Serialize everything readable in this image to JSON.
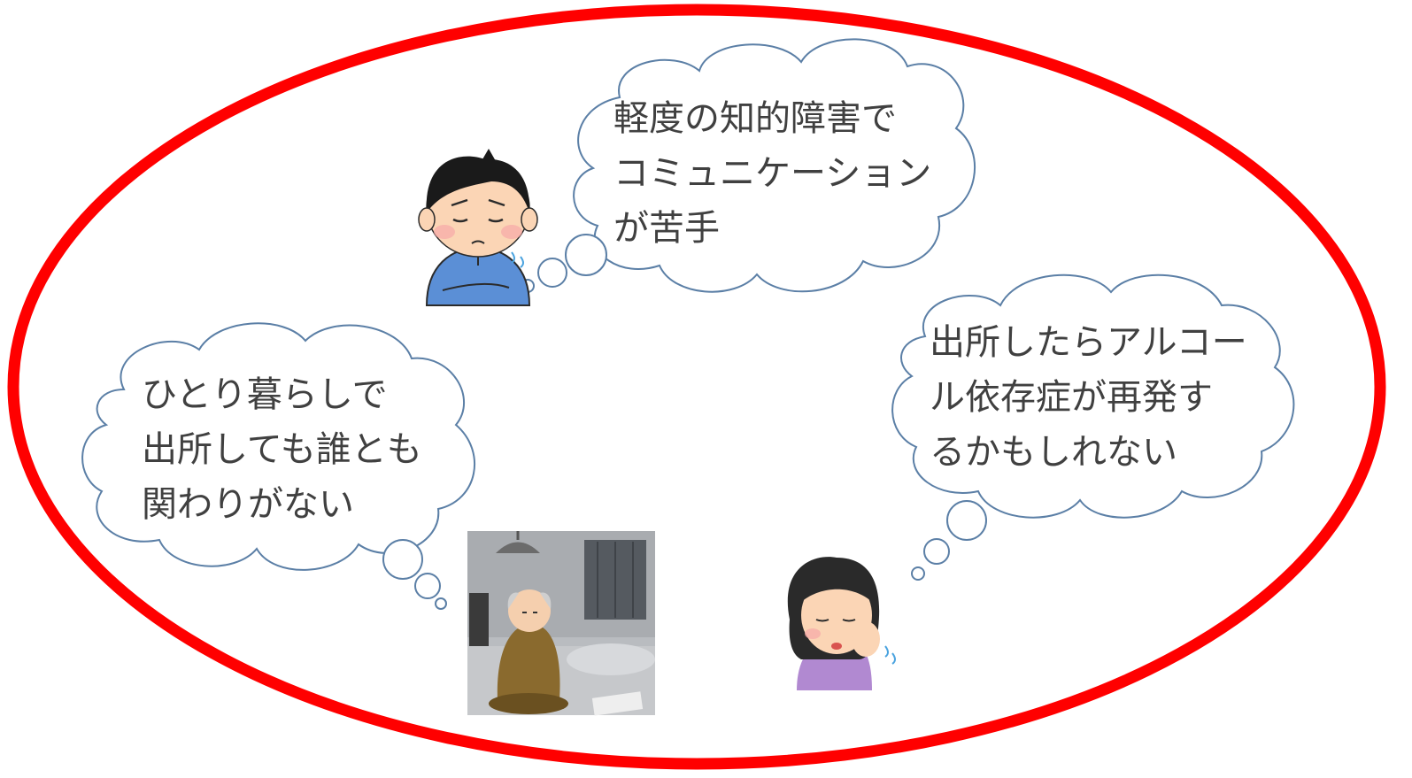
{
  "colors": {
    "ellipse_stroke": "#ff0000",
    "bubble_stroke": "#5b7fa6",
    "bubble_fill": "#ffffff",
    "text": "#404040"
  },
  "thoughts": {
    "young_man": {
      "lines": [
        "軽度の知的障害で",
        "コミュニケーション",
        "が苦手"
      ],
      "icon": "worried-man-icon"
    },
    "elderly_man": {
      "lines": [
        "ひとり暮らしで",
        "出所しても誰とも",
        "関わりがない"
      ],
      "icon": "elderly-man-sitting-icon"
    },
    "woman": {
      "lines": [
        "出所したらアルコー",
        "ル依存症が再発す",
        "るかもしれない"
      ],
      "icon": "worried-woman-icon"
    }
  }
}
